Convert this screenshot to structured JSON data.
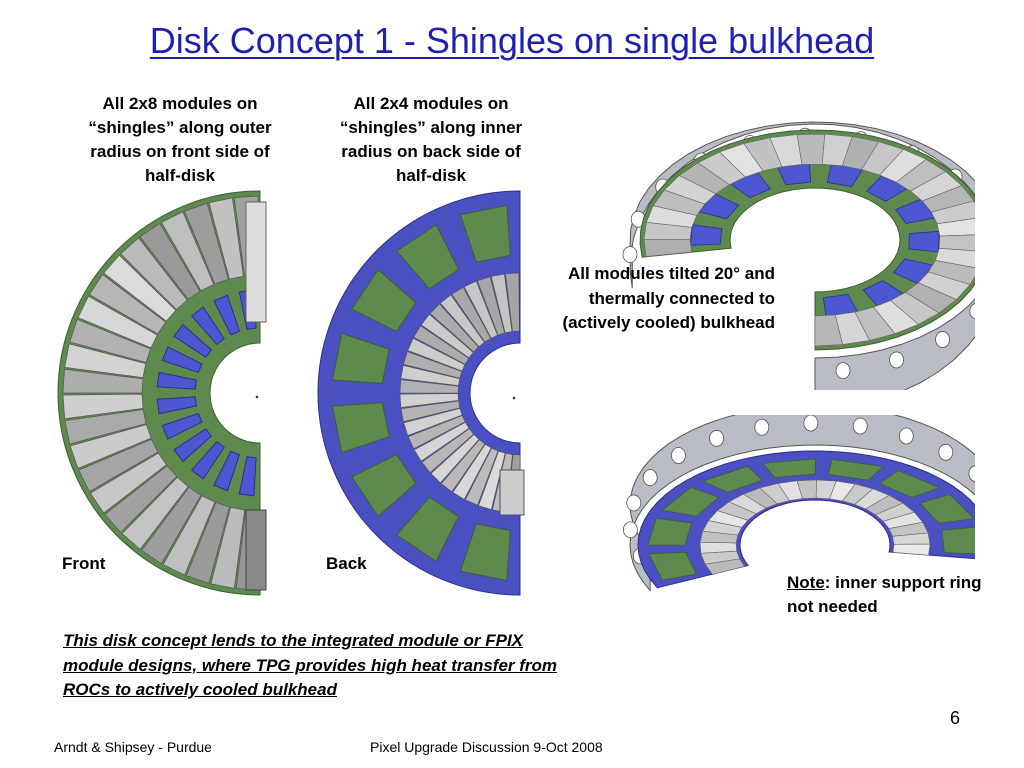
{
  "slide": {
    "title": "Disk Concept 1 - Shingles on single bulkhead",
    "front_caption": "All 2x8 modules on “shingles” along outer radius on front side of half-disk",
    "back_caption": "All 2x4 modules on “shingles” along inner radius on back side of half-disk",
    "front_label": "Front",
    "back_label": "Back",
    "tilt_note": "All modules tilted 20° and thermally connected to (actively cooled) bulkhead",
    "note_word": "Note",
    "note_text": ": inner support ring not needed",
    "summary": "This disk concept lends to the integrated module or FPIX module designs, where TPG provides high heat transfer from ROCs to actively cooled bulkhead",
    "page_number": "6",
    "footer_left": "Arndt & Shipsey - Purdue",
    "footer_center": "Pixel Upgrade Discussion 9-Oct 2008"
  },
  "colors": {
    "title": "#1f1fb4",
    "bulkhead_green": "#5e8a4e",
    "bulkhead_blue": "#4a4fc2",
    "cutout_blue": "#4c56d0",
    "module_gray": "#a9a9a9"
  }
}
